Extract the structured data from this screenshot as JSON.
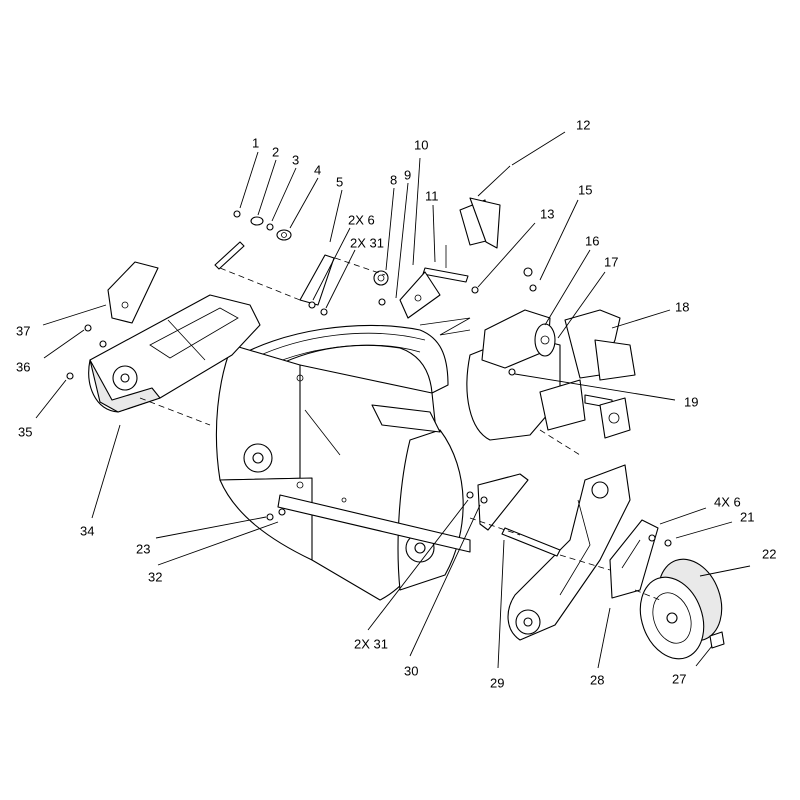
{
  "callouts": [
    {
      "id": "c1",
      "label": "1"
    },
    {
      "id": "c2",
      "label": "2"
    },
    {
      "id": "c3",
      "label": "3"
    },
    {
      "id": "c4",
      "label": "4"
    },
    {
      "id": "c5",
      "label": "5"
    },
    {
      "id": "c2x6a",
      "label": "2X 6"
    },
    {
      "id": "c2x31a",
      "label": "2X 31"
    },
    {
      "id": "c8",
      "label": "8"
    },
    {
      "id": "c9",
      "label": "9"
    },
    {
      "id": "c10",
      "label": "10"
    },
    {
      "id": "c11",
      "label": "11"
    },
    {
      "id": "c12",
      "label": "12"
    },
    {
      "id": "c13",
      "label": "13"
    },
    {
      "id": "c15",
      "label": "15"
    },
    {
      "id": "c16",
      "label": "16"
    },
    {
      "id": "c17",
      "label": "17"
    },
    {
      "id": "c18",
      "label": "18"
    },
    {
      "id": "c19",
      "label": "19"
    },
    {
      "id": "c37",
      "label": "37"
    },
    {
      "id": "c36",
      "label": "36"
    },
    {
      "id": "c35",
      "label": "35"
    },
    {
      "id": "c34",
      "label": "34"
    },
    {
      "id": "c23",
      "label": "23"
    },
    {
      "id": "c32",
      "label": "32"
    },
    {
      "id": "c2x31b",
      "label": "2X 31"
    },
    {
      "id": "c30",
      "label": "30"
    },
    {
      "id": "c29",
      "label": "29"
    },
    {
      "id": "c28",
      "label": "28"
    },
    {
      "id": "c27",
      "label": "27"
    },
    {
      "id": "c22",
      "label": "22"
    },
    {
      "id": "c4x6",
      "label": "4X 6"
    },
    {
      "id": "c21",
      "label": "21"
    }
  ]
}
